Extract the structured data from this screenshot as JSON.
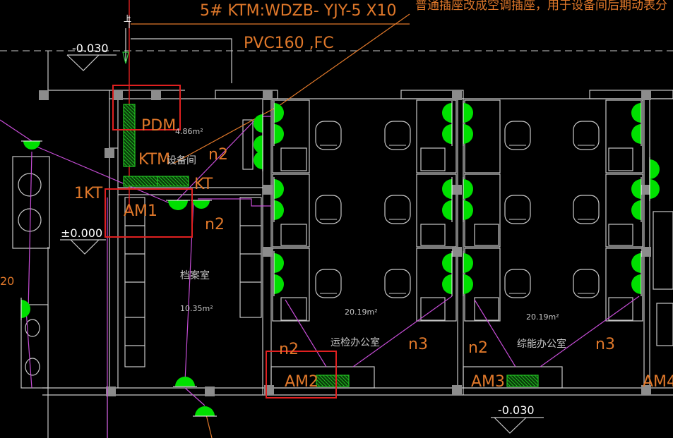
{
  "viewer": {
    "background": "#000000"
  },
  "colors": {
    "wall": "#c8c8c8",
    "annotation": "#e0782a",
    "wire": "#c64dd6",
    "outlet": "#00e000",
    "panel": "#22c222",
    "highlight": "#e02020",
    "column": "#8c8c8c",
    "white": "#ffffff"
  },
  "texts": {
    "cable_label": "5# KTM:WDZB- YJY-5 X10",
    "top_note": "普通插座改成空调插座，用于设备间后期动表分",
    "conduit": "PVC160 ,FC",
    "level_top_left": "-0.030",
    "level_left": "±0.000",
    "level_bottom": "-0.030",
    "edge_number": "20",
    "pdm": "PDM",
    "area_equipment": "4.86m²",
    "ktm": "KTM",
    "equipment_room": "设备间",
    "n2_a": "n2",
    "kt_1": "1KT",
    "am1": "AM1",
    "kt": "KT",
    "n2_b": "n2",
    "archive_room": "档案室",
    "area_archive": "10.35m²",
    "area_office1": "20.19m²",
    "area_office2": "20.19m²",
    "office1": "运检办公室",
    "office2": "综能办公室",
    "n2_c": "n2",
    "n3_a": "n3",
    "n2_d": "n2",
    "n3_b": "n3",
    "am2": "AM2",
    "am3": "AM3",
    "am4": "AM4",
    "up_mark": "上"
  }
}
